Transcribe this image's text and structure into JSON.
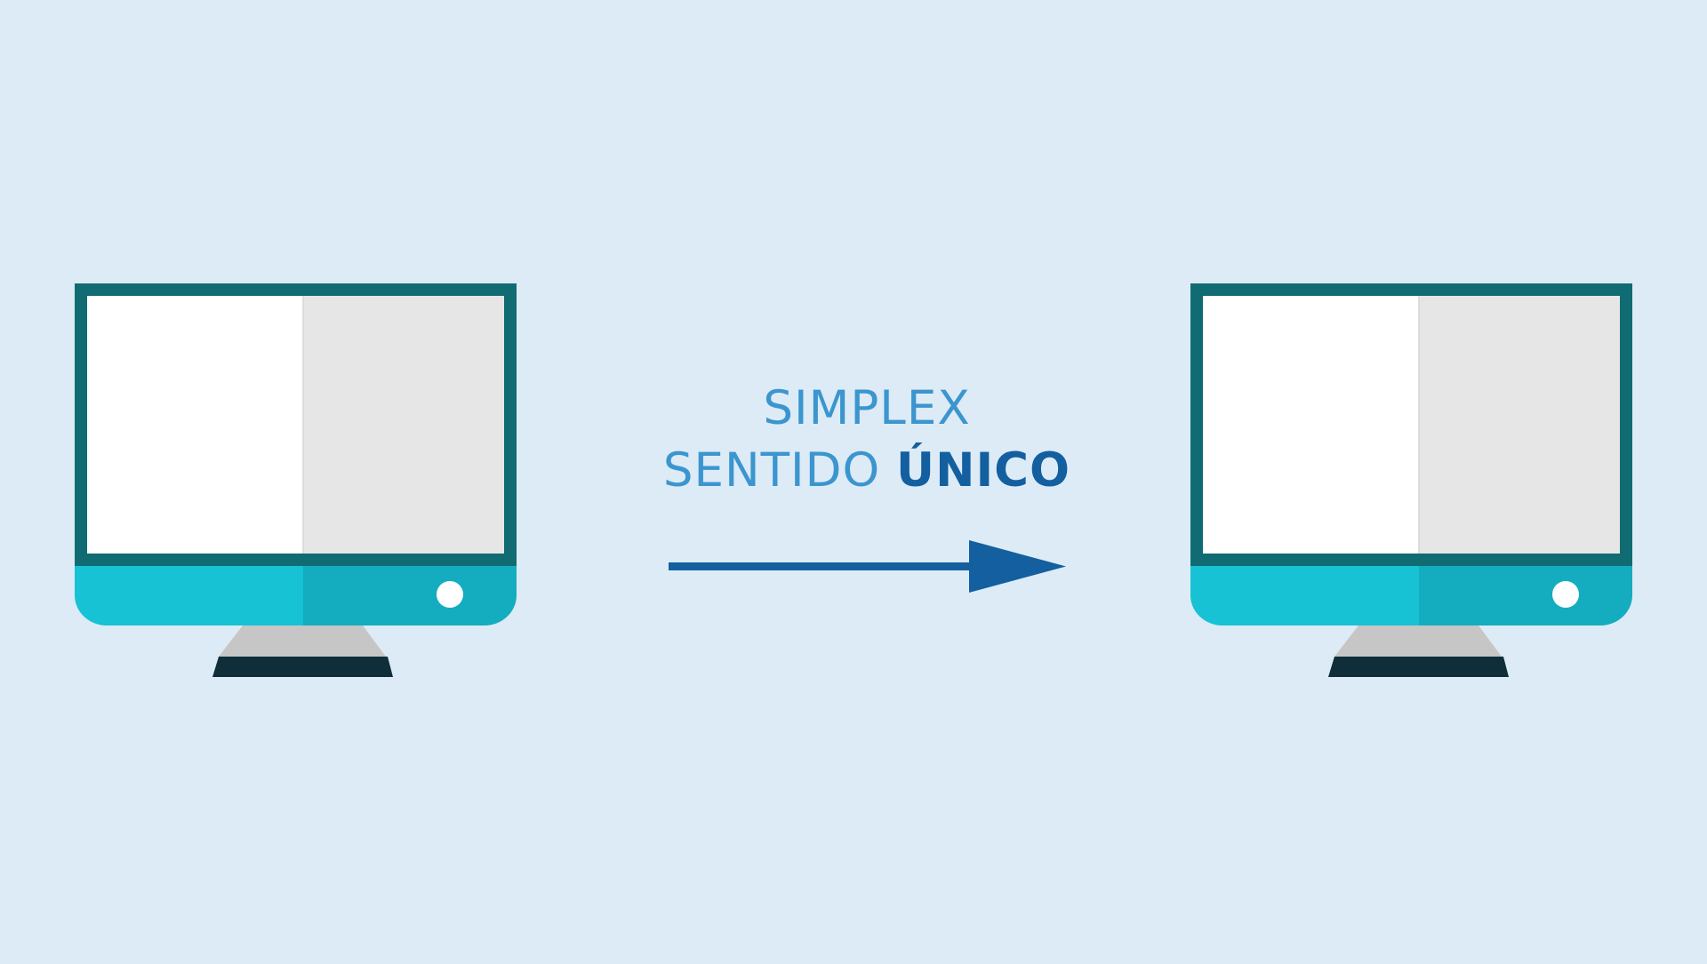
{
  "caption": {
    "line1": "SIMPLEX",
    "line2_regular": "SENTIDO ",
    "line2_bold": "ÚNICO"
  },
  "colors": {
    "background": "#dcebf6",
    "monitor_frame": "#106c72",
    "screen_left": "#ffffff",
    "screen_right": "#e6e6e6",
    "chin_left": "#16c2d4",
    "chin_right": "#13adbf",
    "power_button": "#ffffff",
    "stand": "#c6c6c6",
    "stand_base": "#0f2e3a",
    "arrow": "#135f9f",
    "caption_regular": "#3b95cf",
    "caption_bold": "#135f9f"
  },
  "diagram": {
    "nodes": [
      "monitor-left",
      "monitor-right"
    ],
    "direction": "left-to-right"
  }
}
